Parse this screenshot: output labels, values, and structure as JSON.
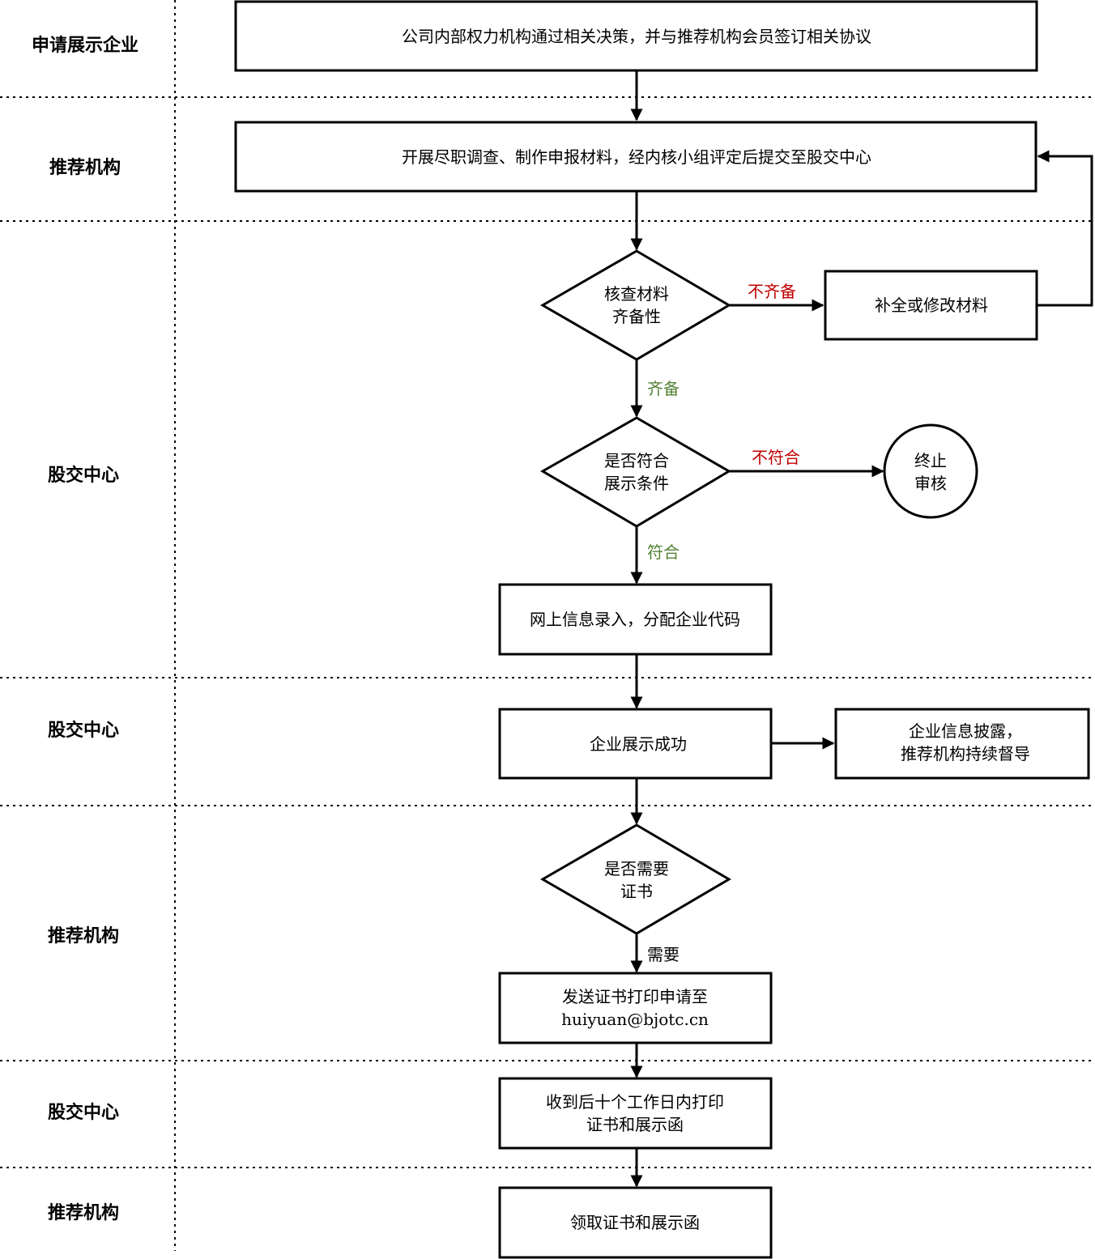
{
  "lanes": [
    {
      "id": "lane1",
      "label": "申请展示企业"
    },
    {
      "id": "lane2",
      "label": "推荐机构"
    },
    {
      "id": "lane3",
      "label": "股交中心"
    },
    {
      "id": "lane4",
      "label": "股交中心"
    },
    {
      "id": "lane5",
      "label": "推荐机构"
    },
    {
      "id": "lane6",
      "label": "股交中心"
    },
    {
      "id": "lane7",
      "label": "推荐机构"
    }
  ],
  "nodes": {
    "n1": {
      "lines": [
        "公司内部权力机构通过相关决策，并与推荐机构会员签订相关协议"
      ]
    },
    "n2": {
      "lines": [
        "开展尽职调查、制作申报材料，经内核小组评定后提交至股交中心"
      ]
    },
    "d1": {
      "lines": [
        "核查材料",
        "齐备性"
      ]
    },
    "n3": {
      "lines": [
        "补全或修改材料"
      ]
    },
    "d2": {
      "lines": [
        "是否符合",
        "展示条件"
      ]
    },
    "end": {
      "lines": [
        "终止",
        "审核"
      ]
    },
    "n4": {
      "lines": [
        "网上信息录入，分配企业代码"
      ]
    },
    "n5": {
      "lines": [
        "企业展示成功"
      ]
    },
    "n6": {
      "lines": [
        "企业信息披露，",
        "推荐机构持续督导"
      ]
    },
    "d3": {
      "lines": [
        "是否需要",
        "证书"
      ]
    },
    "n7": {
      "lines": [
        "发送证书打印申请至",
        "huiyuan@bjotc.cn"
      ]
    },
    "n8": {
      "lines": [
        "收到后十个工作日内打印",
        "证书和展示函"
      ]
    },
    "n9": {
      "lines": [
        "领取证书和展示函"
      ]
    }
  },
  "edge_labels": {
    "incomplete": {
      "text": "不齐备",
      "color": "#c00000"
    },
    "complete": {
      "text": "齐备",
      "color": "#548235"
    },
    "not_match": {
      "text": "不符合",
      "color": "#c00000"
    },
    "match": {
      "text": "符合",
      "color": "#548235"
    },
    "need": {
      "text": "需要",
      "color": "#000000"
    }
  }
}
